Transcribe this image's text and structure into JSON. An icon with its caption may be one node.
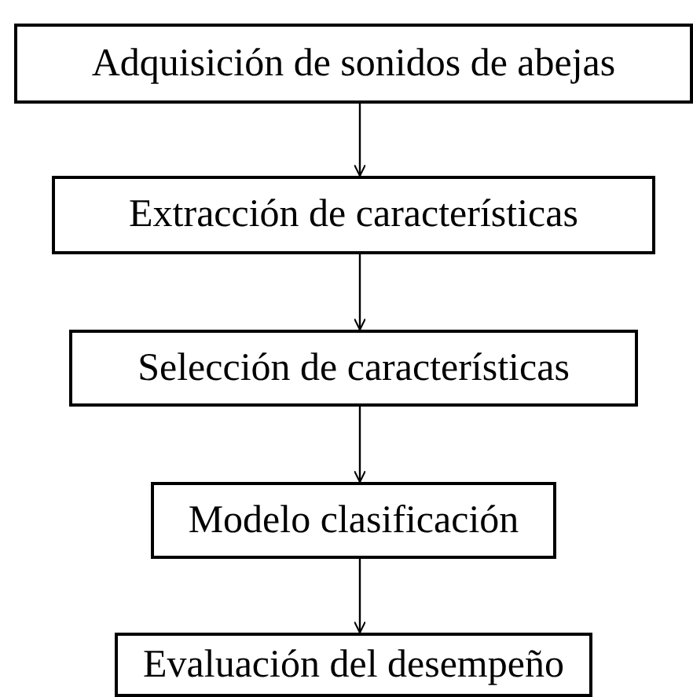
{
  "diagram": {
    "nodes": [
      {
        "text": [
          "Adquisición de sonidos de abejas"
        ]
      },
      {
        "text": [
          "Extracción de características"
        ]
      },
      {
        "text": [
          "Selección de características"
        ]
      },
      {
        "text": [
          "Modelo clasificación"
        ]
      },
      {
        "text": [
          "Evaluación del desempeño"
        ]
      }
    ],
    "edges": [
      {
        "from": 0,
        "to": 1,
        "arrow": "to"
      },
      {
        "from": 1,
        "to": 2,
        "arrow": "to"
      },
      {
        "from": 2,
        "to": 3,
        "arrow": "to"
      },
      {
        "from": 3,
        "to": 4,
        "arrow": "to"
      }
    ]
  }
}
